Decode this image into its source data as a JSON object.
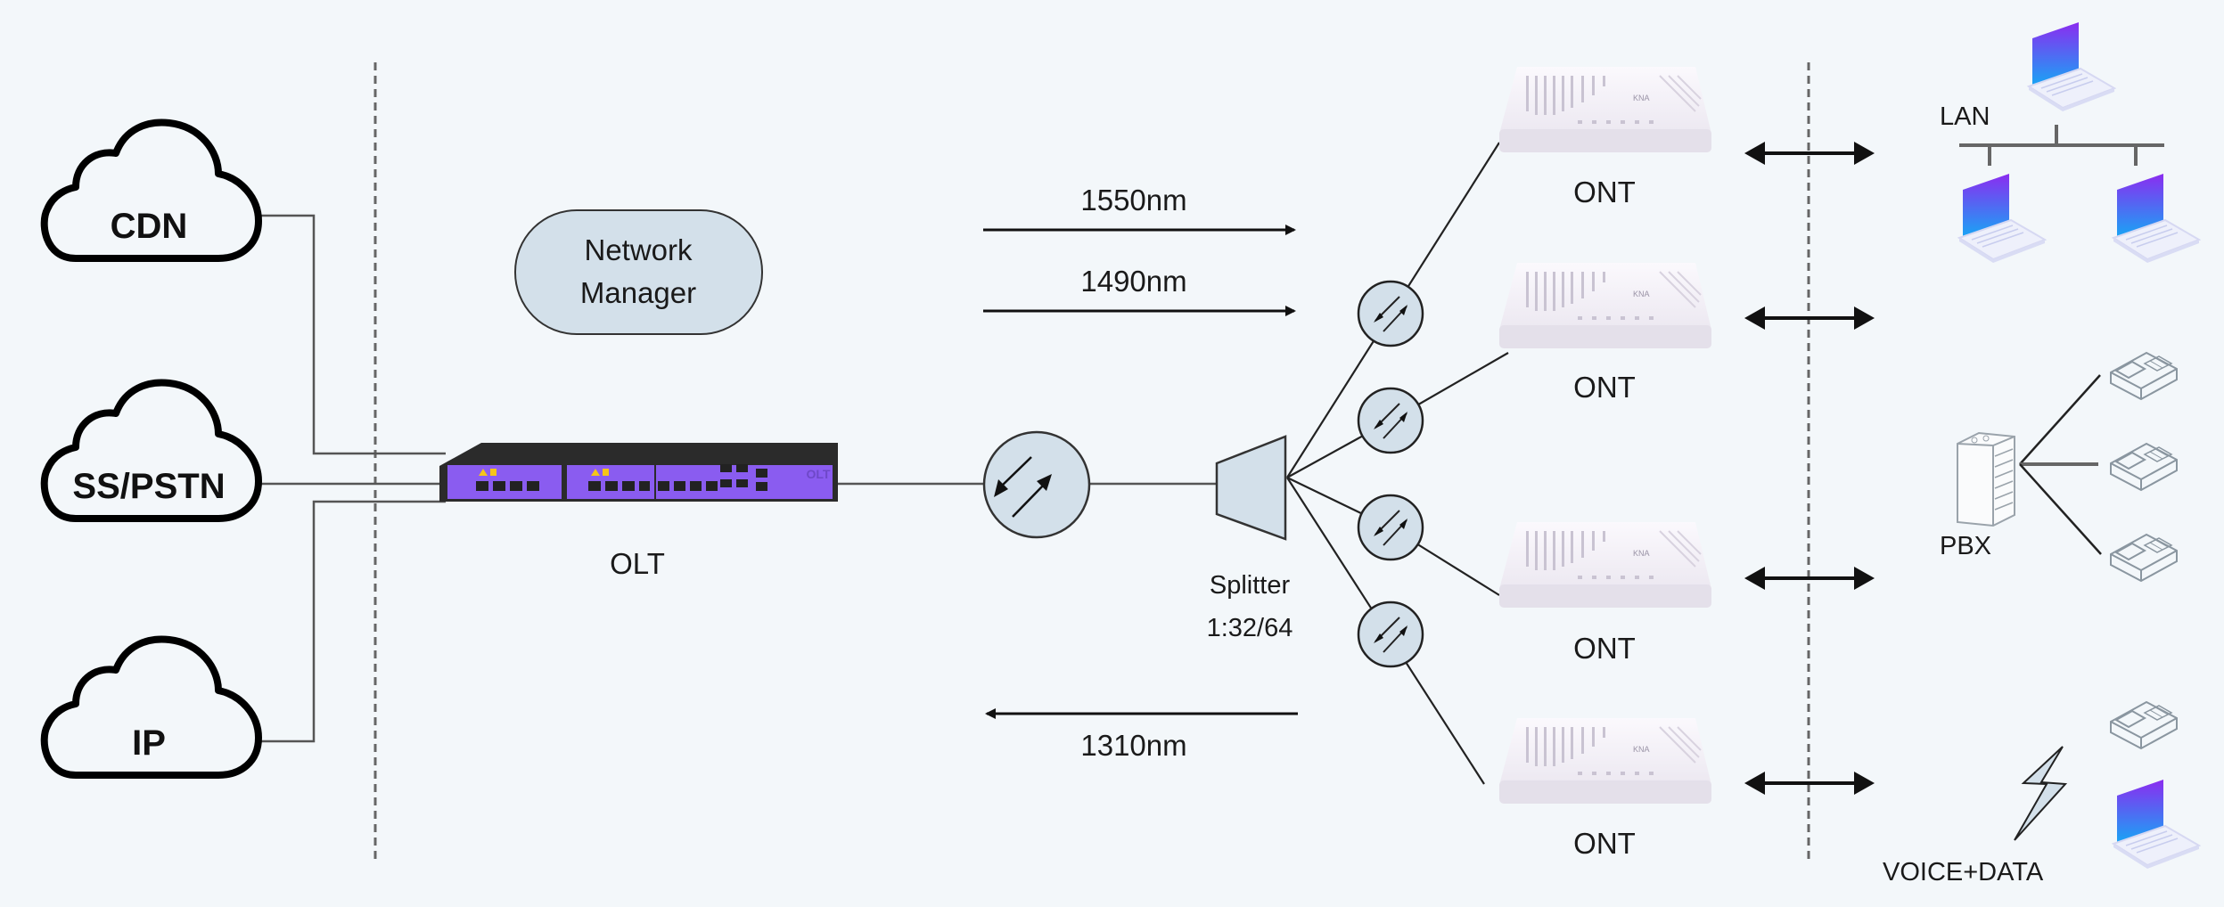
{
  "diagram": {
    "title": "PON network topology",
    "clouds": [
      {
        "id": "cdn",
        "label": "CDN"
      },
      {
        "id": "ss-pstn",
        "label": "SS/PSTN"
      },
      {
        "id": "ip",
        "label": "IP"
      }
    ],
    "network_manager": {
      "line1": "Network",
      "line2": "Manager"
    },
    "olt": {
      "label": "OLT",
      "panel_text": "OLT"
    },
    "wavelengths": {
      "down1": "1550nm",
      "down2": "1490nm",
      "up": "1310nm"
    },
    "splitter": {
      "line1": "Splitter",
      "line2": "1:32/64"
    },
    "onts": [
      {
        "label": "ONT"
      },
      {
        "label": "ONT"
      },
      {
        "label": "ONT"
      },
      {
        "label": "ONT"
      }
    ],
    "clients": {
      "lan_label": "LAN",
      "pbx_label": "PBX",
      "voice_data_label": "VOICE+DATA"
    },
    "colors": {
      "background": "#f3f7fa",
      "node_fill": "#d3e0ea",
      "olt_purple": "#8a5cf0",
      "olt_body": "#2b2b2b",
      "line": "#555555",
      "laptop_screen_top": "#8b2cf0",
      "laptop_screen_bottom": "#1aa3f5"
    }
  }
}
